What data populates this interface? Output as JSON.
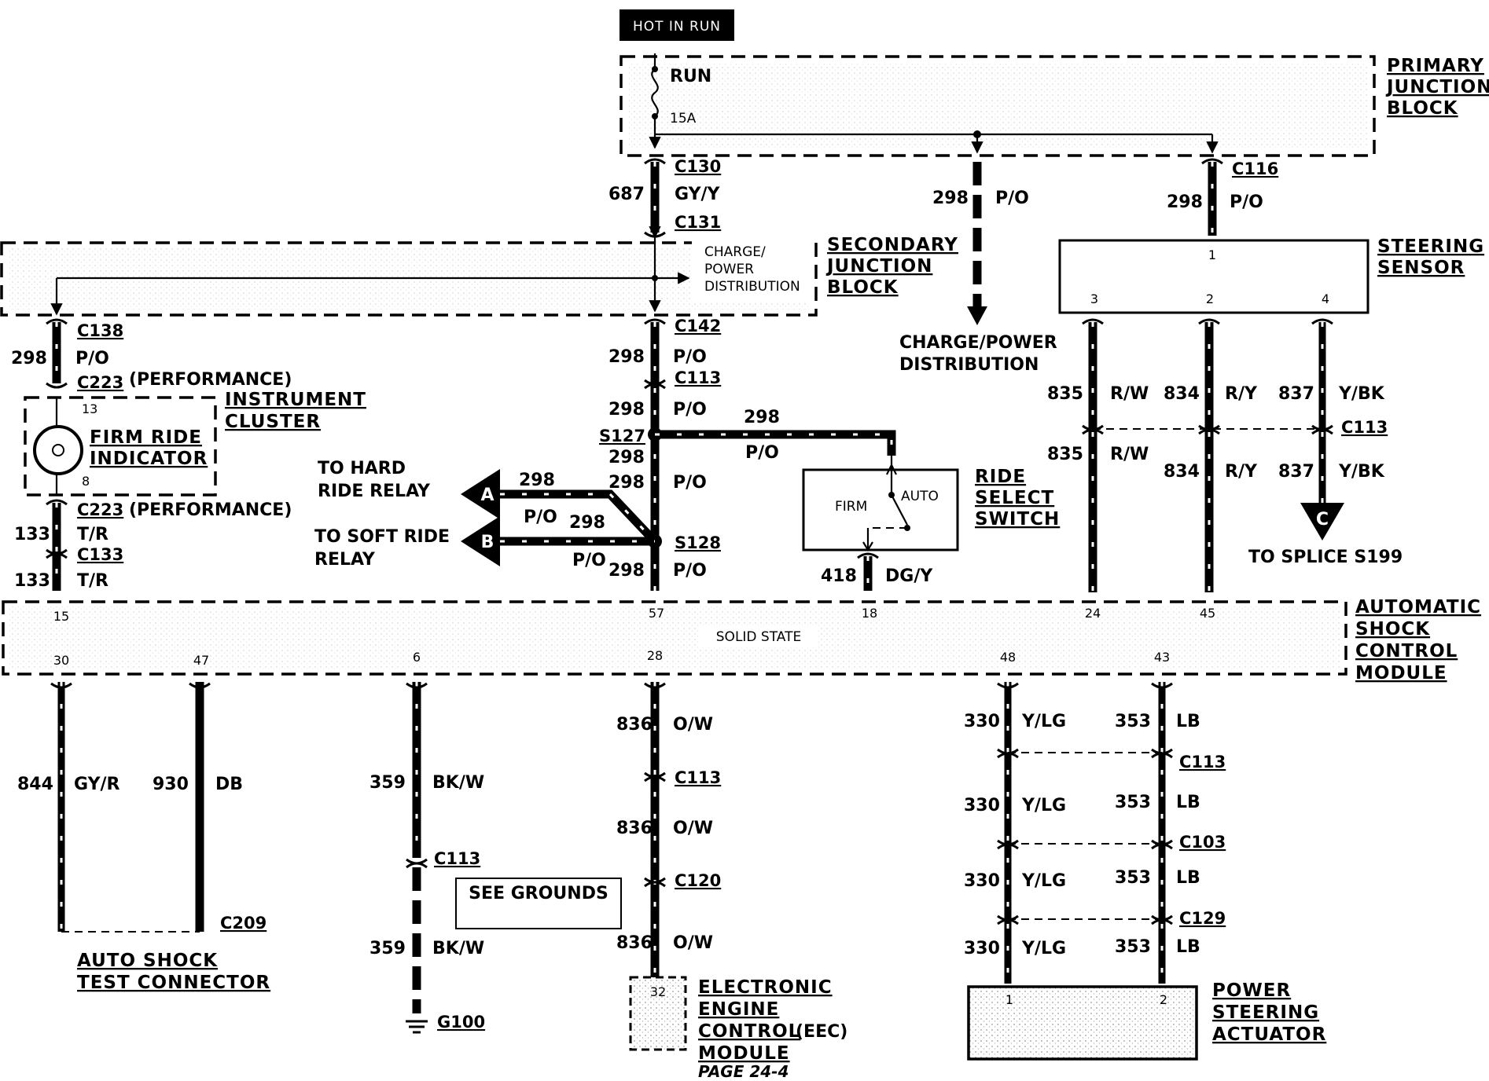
{
  "hot_label": "HOT IN RUN",
  "fuse": {
    "name": "RUN",
    "rating": "15A"
  },
  "blocks": {
    "primary": [
      "PRIMARY",
      "JUNCTION",
      "BLOCK"
    ],
    "secondary": [
      "SECONDARY",
      "JUNCTION",
      "BLOCK"
    ],
    "secondary_inner": [
      "CHARGE/",
      "POWER",
      "DISTRIBUTION"
    ],
    "steering_sensor": [
      "STEERING",
      "SENSOR"
    ],
    "instrument_cluster": [
      "INSTRUMENT",
      "CLUSTER"
    ],
    "firm_ride": [
      "FIRM RIDE",
      "INDICATOR"
    ],
    "ride_select": [
      "RIDE",
      "SELECT",
      "SWITCH"
    ],
    "module": [
      "AUTOMATIC",
      "SHOCK",
      "CONTROL",
      "MODULE"
    ],
    "module_inner": "SOLID STATE",
    "eec": [
      "ELECTRONIC",
      "ENGINE",
      "CONTROL",
      "MODULE"
    ],
    "eec_suffix": "(EEC)",
    "page_ref": "PAGE 24-4",
    "psa": [
      "POWER",
      "STEERING",
      "ACTUATOR"
    ],
    "test_conn": [
      "AUTO SHOCK",
      "TEST CONNECTOR"
    ],
    "see_grounds": "SEE GROUNDS",
    "charge_power": [
      "CHARGE/POWER",
      "DISTRIBUTION"
    ],
    "hard_relay": [
      "TO HARD",
      "RIDE RELAY"
    ],
    "soft_relay": [
      "TO SOFT RIDE",
      "RELAY"
    ],
    "splice": "TO SPLICE S199",
    "firm": "FIRM",
    "auto": "AUTO",
    "performance": "(PERFORMANCE)"
  },
  "connectors": {
    "c130": "C130",
    "c131": "C131",
    "c116": "C116",
    "c138": "C138",
    "c223a": "C223",
    "c223b": "C223",
    "c133": "C133",
    "c142": "C142",
    "c113a": "C113",
    "c113b": "C113",
    "c113c": "C113",
    "c113d": "C113",
    "c113e": "C113",
    "c120": "C120",
    "c103": "C103",
    "c129": "C129",
    "c209": "C209",
    "s127": "S127",
    "s128": "S128",
    "g100": "G100"
  },
  "arrows": {
    "a": "A",
    "b": "B",
    "c": "C"
  },
  "wires": {
    "w687": "687",
    "gyy": "GY/Y",
    "w298": "298",
    "po": "P/O",
    "w835": "835",
    "rw": "R/W",
    "w834": "834",
    "ry": "R/Y",
    "w837": "837",
    "ybk": "Y/BK",
    "w133": "133",
    "tr": "T/R",
    "w418": "418",
    "dgy": "DG/Y",
    "w844": "844",
    "gyr": "GY/R",
    "w930": "930",
    "db": "DB",
    "w359": "359",
    "bkw": "BK/W",
    "w836": "836",
    "ow": "O/W",
    "w330": "330",
    "ylg": "Y/LG",
    "w353": "353",
    "lb": "LB"
  },
  "pins": {
    "p1": "1",
    "p2": "2",
    "p3": "3",
    "p4": "4",
    "p8": "8",
    "p13": "13",
    "p15": "15",
    "p57": "57",
    "p18": "18",
    "p24": "24",
    "p45": "45",
    "p30": "30",
    "p47": "47",
    "p6": "6",
    "p28": "28",
    "p48": "48",
    "p43": "43",
    "p32": "32"
  }
}
